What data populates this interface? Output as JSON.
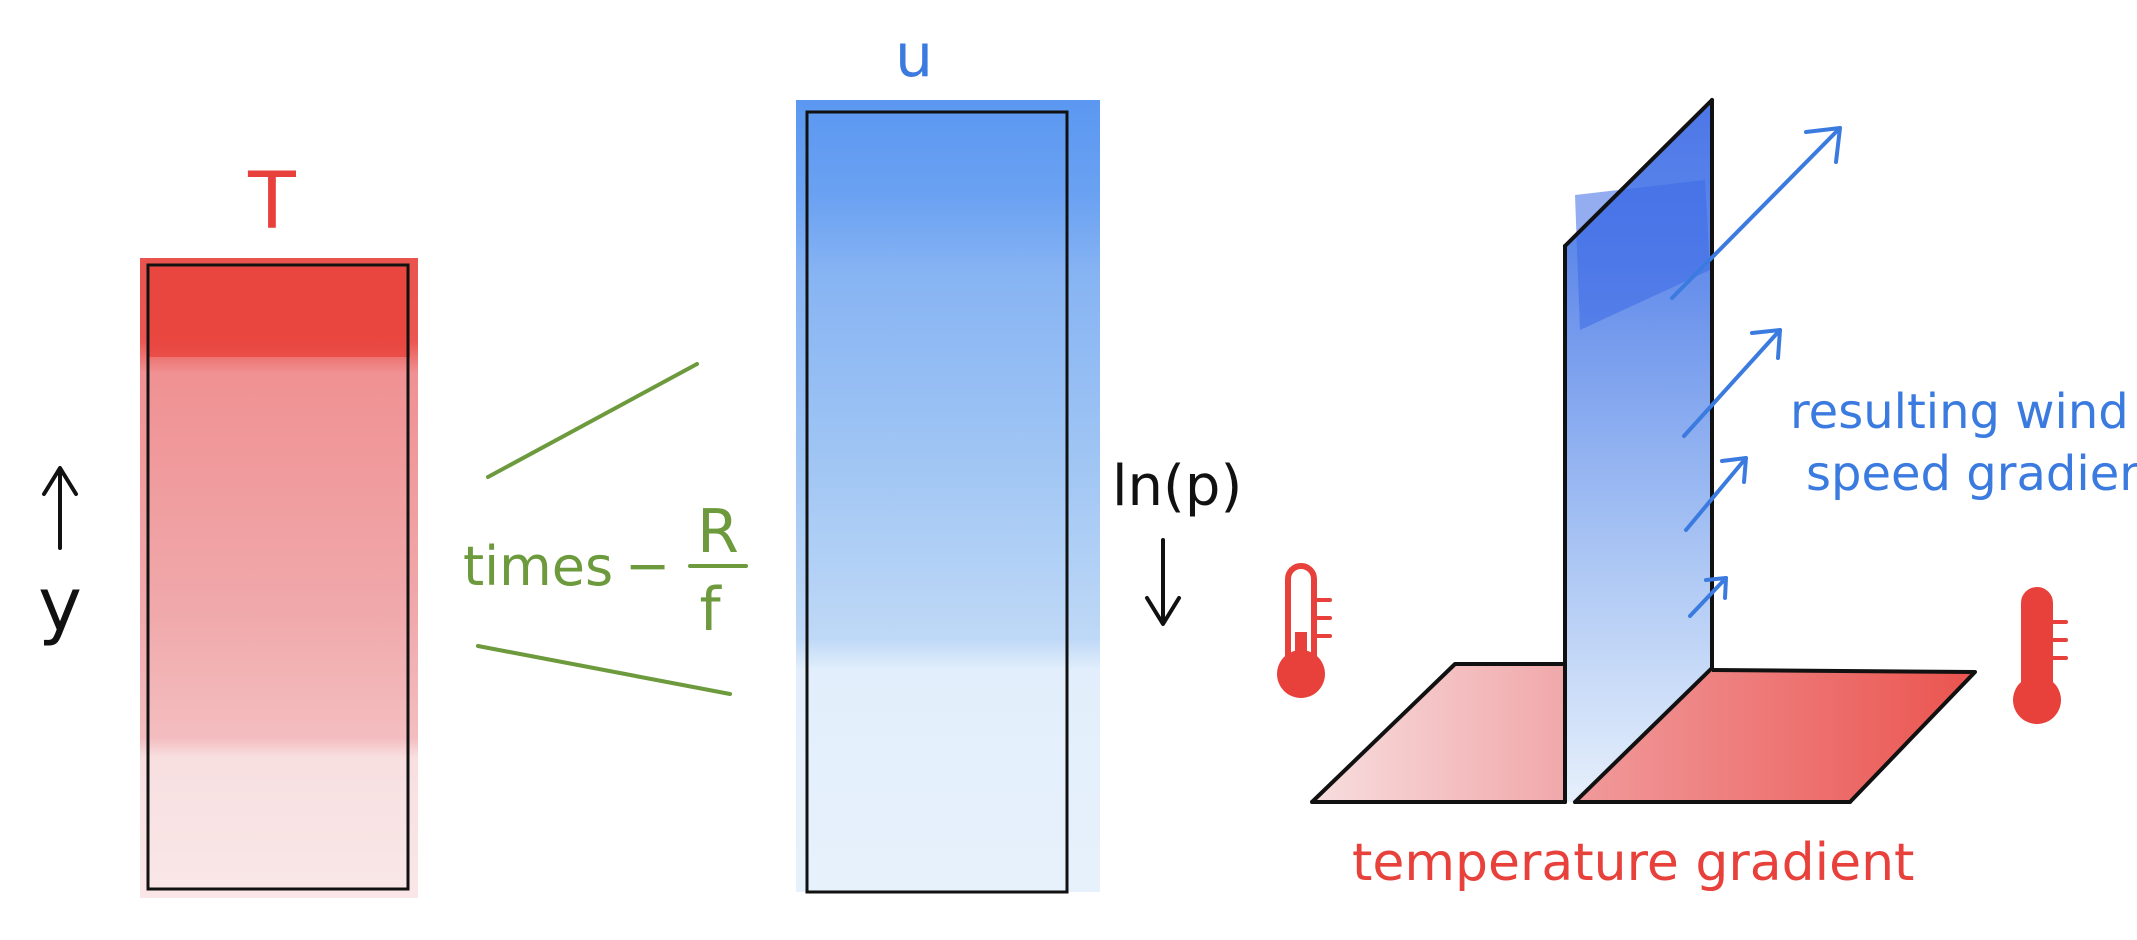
{
  "labels": {
    "T": "T",
    "y": "y",
    "times": "times",
    "minus": "−",
    "R": "R",
    "f": "f",
    "u": "u",
    "lnp": "ln(p)",
    "wind_line1": "resulting wind",
    "wind_line2": "speed gradient",
    "temp_gradient": "temperature gradient"
  },
  "colors": {
    "red": "#e8413b",
    "red_mid": "#ee8e8f",
    "red_light": "#f7dcdd",
    "blue": "#3f6fe6",
    "blue_mid": "#8cb9f1",
    "blue_light": "#dfedfb",
    "green": "#6c9a3c",
    "ink": "#111111",
    "label_blue": "#3b7be0"
  },
  "icons": [
    "arrow-up-icon",
    "arrow-down-icon",
    "thermometer-cold-icon",
    "thermometer-hot-icon",
    "wind-arrow-icon"
  ]
}
